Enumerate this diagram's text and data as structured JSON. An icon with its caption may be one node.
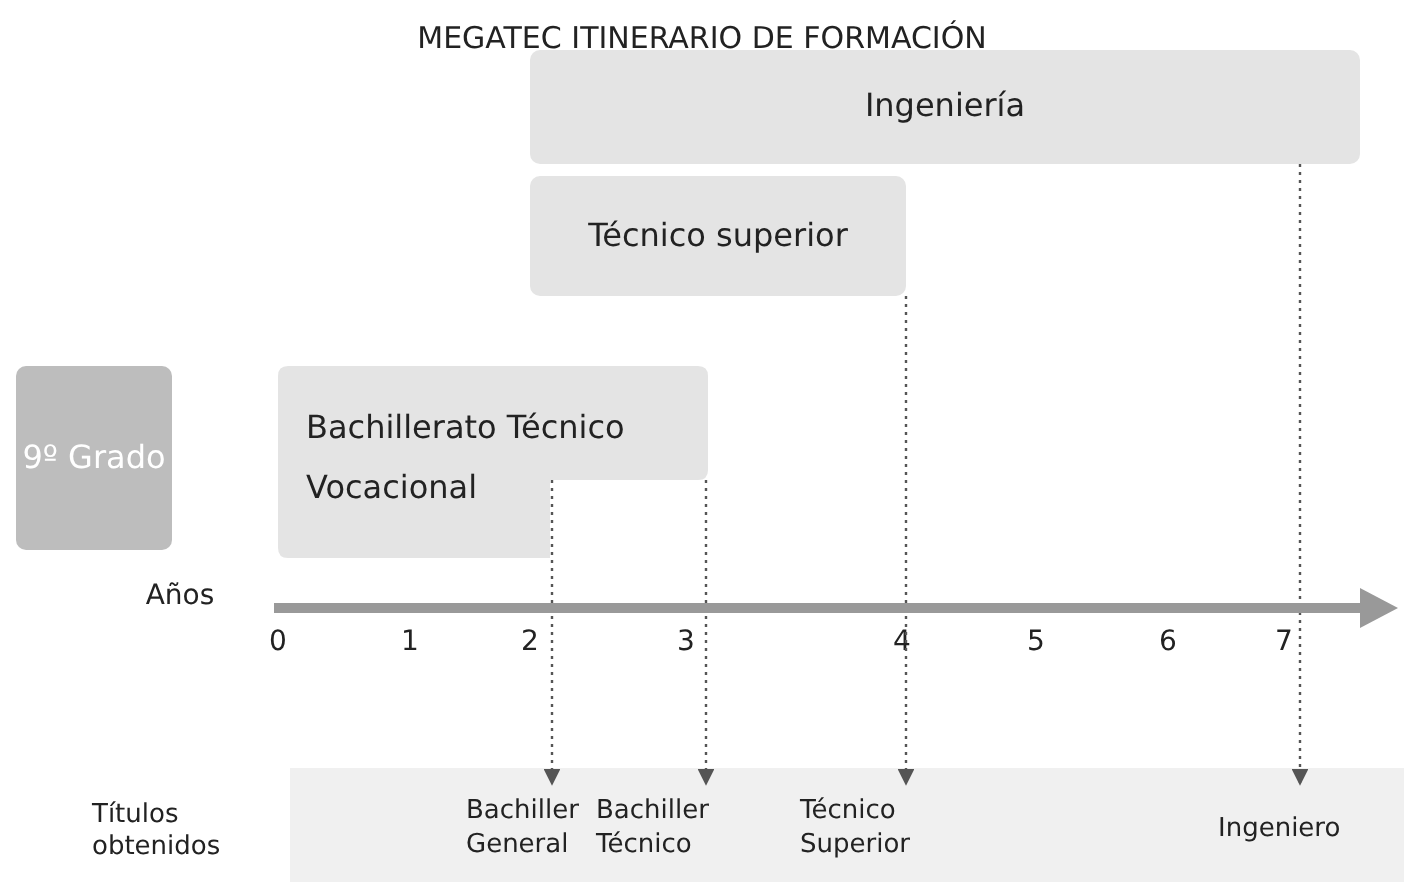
{
  "diagram": {
    "title": "MEGATEC ITINERARIO DE FORMACIÓN",
    "nodes": [
      {
        "text": [
          "Ingeniería"
        ]
      },
      {
        "text": [
          "Técnico superior"
        ]
      },
      {
        "text": [
          "9º Grado"
        ]
      },
      {
        "text": [
          "Bachillerato Técnico Vocacional"
        ]
      },
      {
        "text": [],
        "shape": "band"
      },
      {
        "text": [
          "Bachiller General"
        ],
        "in": 4
      },
      {
        "text": [
          "Bachiller Técnico"
        ],
        "in": 4
      },
      {
        "text": [
          "Técnico Superior"
        ],
        "in": 4
      },
      {
        "text": [
          "Ingeniero"
        ],
        "in": 4
      }
    ],
    "edges": [
      {
        "from": 3,
        "to": 5,
        "arrow": "to",
        "style": "dashed"
      },
      {
        "from": 3,
        "to": 6,
        "arrow": "to",
        "style": "dashed"
      },
      {
        "from": 1,
        "to": 7,
        "arrow": "to",
        "style": "dashed"
      },
      {
        "from": 0,
        "to": 8,
        "arrow": "to",
        "style": "dashed"
      }
    ],
    "labels": [
      "Años",
      "0",
      "1",
      "2",
      "3",
      "4",
      "5",
      "6",
      "7",
      "Títulos obtenidos"
    ]
  }
}
